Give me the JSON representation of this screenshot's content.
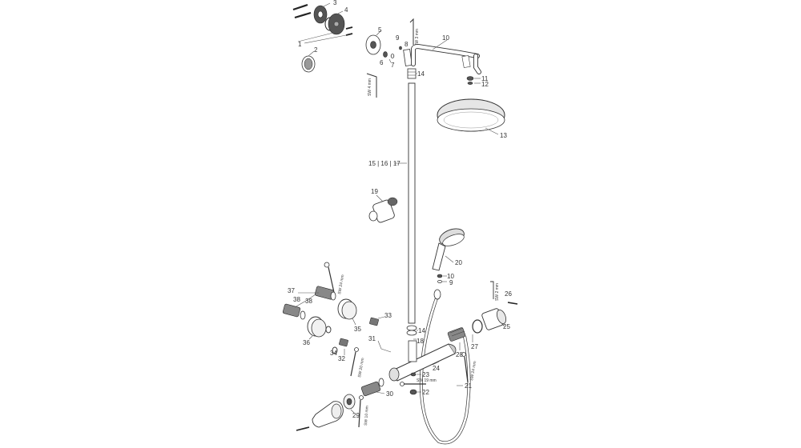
{
  "part_numbers": {
    "p1": "1",
    "p2": "2",
    "p3": "3",
    "p4": "4",
    "p5": "5",
    "p6": "6",
    "p7": "7",
    "p8": "8",
    "p9": "9",
    "p10": "10",
    "p10b": "10",
    "p9b": "9",
    "p11": "11",
    "p12": "12",
    "p13": "13",
    "p14a": "14",
    "p14b": "14",
    "p15": "15 | 16 | 17",
    "p18": "18",
    "p19": "19",
    "p20": "20",
    "p21": "21",
    "p22": "22",
    "p23": "23",
    "p24": "24",
    "p25": "25",
    "p26": "26",
    "p27": "27",
    "p28": "28",
    "p29": "29",
    "p30": "30",
    "p31": "31",
    "p32": "32",
    "p33": "33",
    "p34": "34",
    "p35": "35",
    "p36": "36",
    "p37": "37",
    "p38a": "38",
    "p38b": "38"
  },
  "tool_labels": {
    "sw3": "SW 3 mm",
    "sw4": "SW 4 mm",
    "sw24": "SW 24 mm",
    "sw20a": "SW 20 mm",
    "sw19": "SW 19 mm",
    "sw24b": "SW 24 mm",
    "sw10": "SW 10 mm",
    "sw2": "SW 2 mm"
  }
}
